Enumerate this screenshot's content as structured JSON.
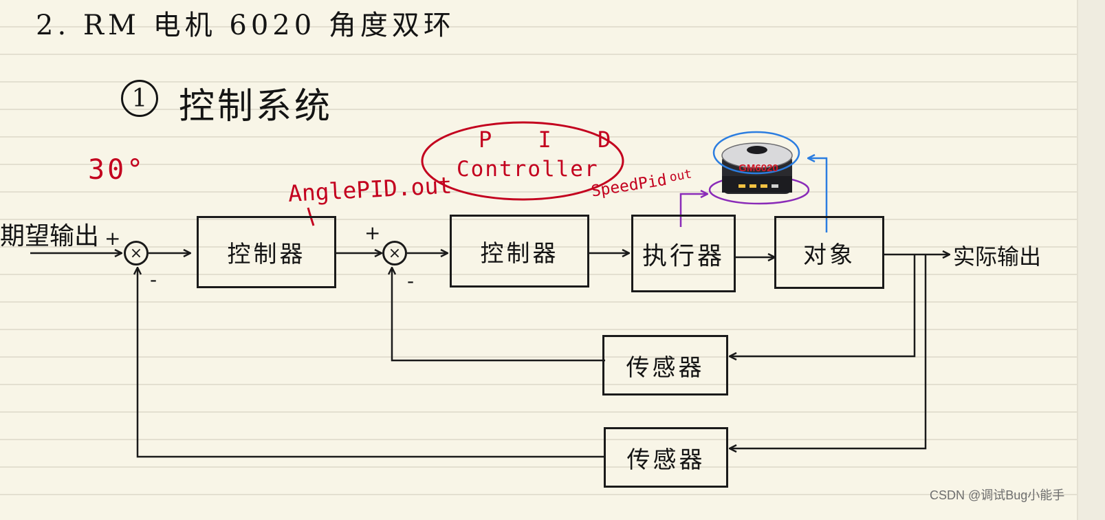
{
  "heading": "2. RM 电机 6020 角度双环",
  "section": {
    "number": "1",
    "title": "控制系统"
  },
  "annotations": {
    "target_value": "30°",
    "angle_pid_out": "AnglePID.out",
    "speed_pid_out": "SpeedPid",
    "speed_pid_out_suffix": "out",
    "pid_controller_line1": "P I D",
    "pid_controller_line2": "Controller"
  },
  "signals": {
    "input": "期望输出",
    "output": "实际输出",
    "plus": "+",
    "minus": "-"
  },
  "blocks": {
    "controller_outer": "控制器",
    "controller_inner": "控制器",
    "actuator": "执行器",
    "plant": "对象",
    "sensor_inner": "传感器",
    "sensor_outer": "传感器"
  },
  "motor": {
    "label": "GM6020"
  },
  "colors": {
    "ink": "#141414",
    "annotation_red": "#c3001e",
    "speed_arrow_purple": "#8a2bb8",
    "feedback_arrow_blue": "#2b7de0",
    "paper": "#f8f5e7"
  },
  "watermark": "CSDN @调试Bug小能手"
}
